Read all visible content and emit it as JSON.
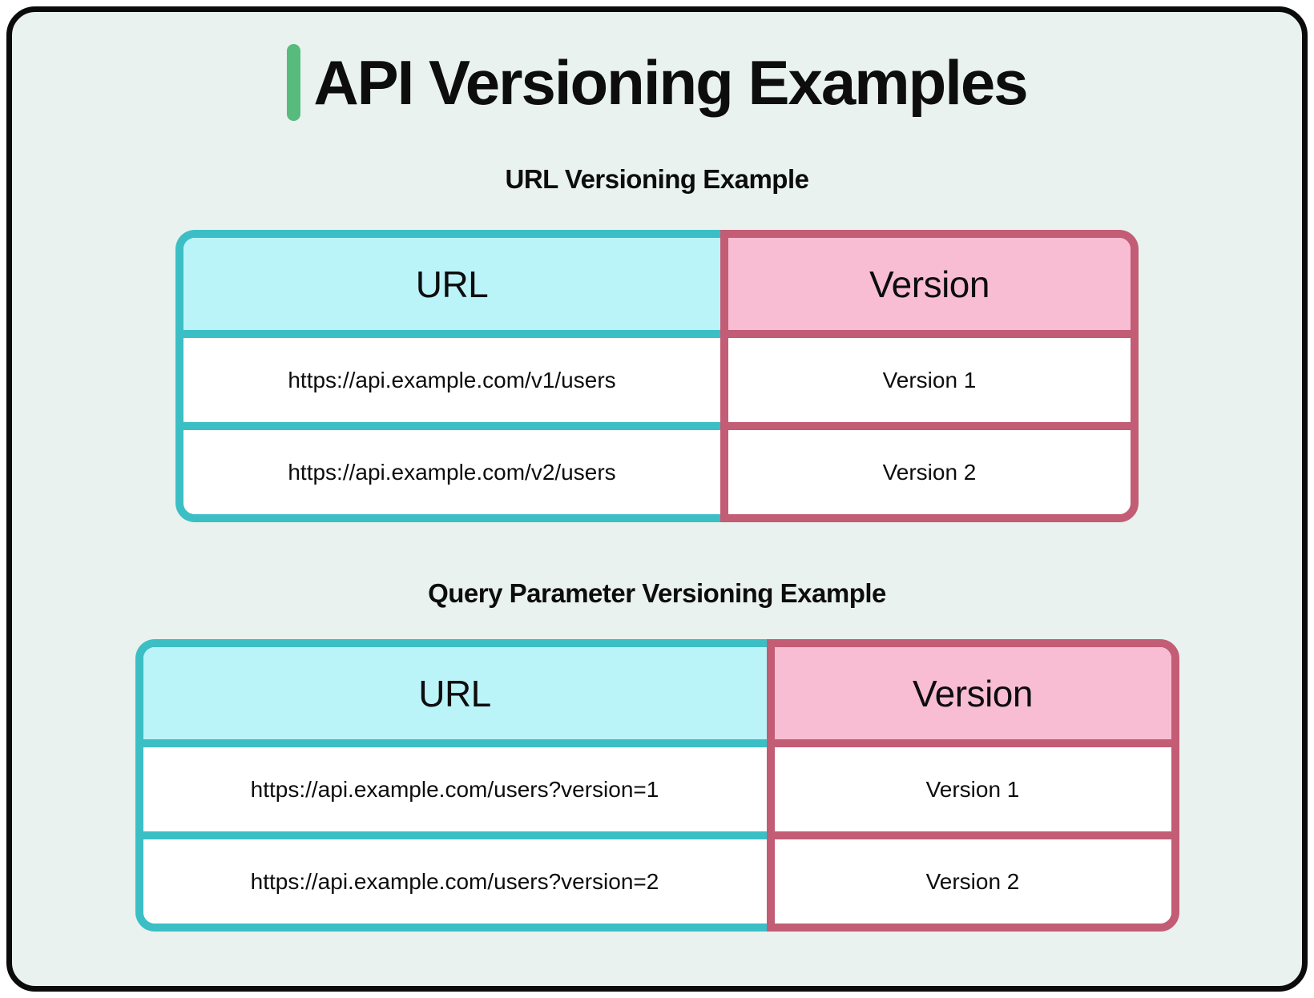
{
  "title": "API Versioning Examples",
  "theme": {
    "colors": {
      "mint": "#E9F2EE",
      "teal": "#3BBFC5",
      "cyan": "#BAF4F9",
      "rose": "#C35C75",
      "pink": "#F9BDD3",
      "green": "#58BB7E",
      "ink": "#0D0D0D",
      "frame": "#0B0B0B"
    }
  },
  "sections": [
    {
      "heading": "URL Versioning Example",
      "table": {
        "columns": [
          "URL",
          "Version"
        ],
        "rows": [
          [
            "https://api.example.com/v1/users",
            "Version 1"
          ],
          [
            "https://api.example.com/v2/users",
            "Version 2"
          ]
        ]
      }
    },
    {
      "heading": "Query Parameter Versioning Example",
      "table": {
        "columns": [
          "URL",
          "Version"
        ],
        "rows": [
          [
            "https://api.example.com/users?version=1",
            "Version 1"
          ],
          [
            "https://api.example.com/users?version=2",
            "Version 2"
          ]
        ]
      }
    }
  ]
}
